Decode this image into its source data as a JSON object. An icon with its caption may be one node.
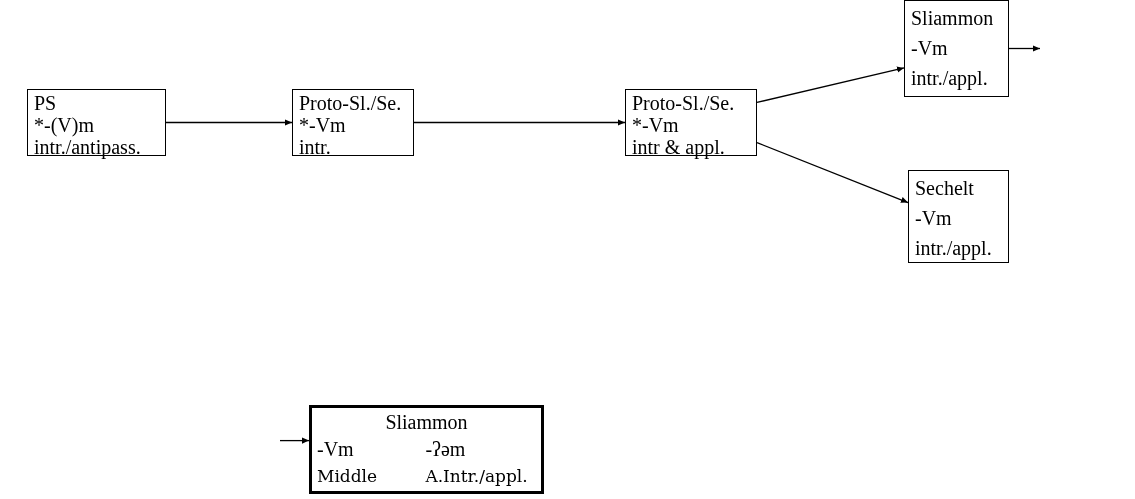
{
  "diagram": {
    "nodes": [
      {
        "text": [
          "PS",
          "*-(V)m",
          "intr./antipass."
        ]
      },
      {
        "text": [
          "Proto-Sl./Se.",
          "*-Vm",
          "intr."
        ]
      },
      {
        "text": [
          "Proto-Sl./Se.",
          "*-Vm",
          "intr & appl."
        ]
      },
      {
        "text": [
          "Sliammon",
          "-Vm",
          "intr./appl."
        ]
      },
      {
        "text": [
          "Sechelt",
          "-Vm",
          "intr./appl."
        ]
      },
      {
        "text": [
          "Sliammon",
          "-Vm",
          "-ʔəm",
          "Middle",
          "A.Intr./appl."
        ]
      }
    ],
    "edges": [
      {
        "from": 0,
        "to": 1,
        "arrow": "to"
      },
      {
        "from": 1,
        "to": 2,
        "arrow": "to"
      },
      {
        "from": 2,
        "to": 3,
        "arrow": "to"
      },
      {
        "from": 2,
        "to": 4,
        "arrow": "to"
      },
      {
        "from": 3,
        "to": null,
        "arrow": "to"
      },
      {
        "from": null,
        "to": 5,
        "arrow": "to"
      }
    ]
  }
}
